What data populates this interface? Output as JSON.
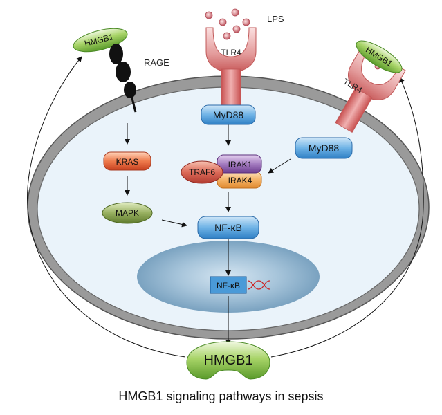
{
  "caption": "HMGB1 signaling pathways in sepsis",
  "labels": {
    "lps": "LPS",
    "rage": "RAGE",
    "tlr4_top": "TLR4",
    "tlr4_right": "TLR4",
    "hmgb1_left": "HMGB1",
    "hmgb1_right": "HMGB1",
    "hmgb1_bottom": "HMGB1",
    "myd88_center": "MyD88",
    "myd88_right": "MyD88",
    "kras": "KRAS",
    "mapk": "MAPK",
    "irak1": "IRAK1",
    "irak4": "IRAK4",
    "traf6": "TRAF6",
    "nfkb_cyto": "NF-κB",
    "nfkb_nucleus": "NF-κB"
  },
  "colors": {
    "membrane": "#9a9a9a",
    "cytoplasm": "#eaf3fa",
    "nucleus": "#8fb4cd",
    "blue_box": "#4a9ad8",
    "orange_red": "#e0603a",
    "olive_green": "#7e9a44",
    "leaf_green": "#8bc34a",
    "tlr4_red": "#d86a6a",
    "purple": "#8a5aa8",
    "orange": "#f0a850",
    "traf6_red": "#d0504a",
    "dna_red": "#cc2222"
  }
}
